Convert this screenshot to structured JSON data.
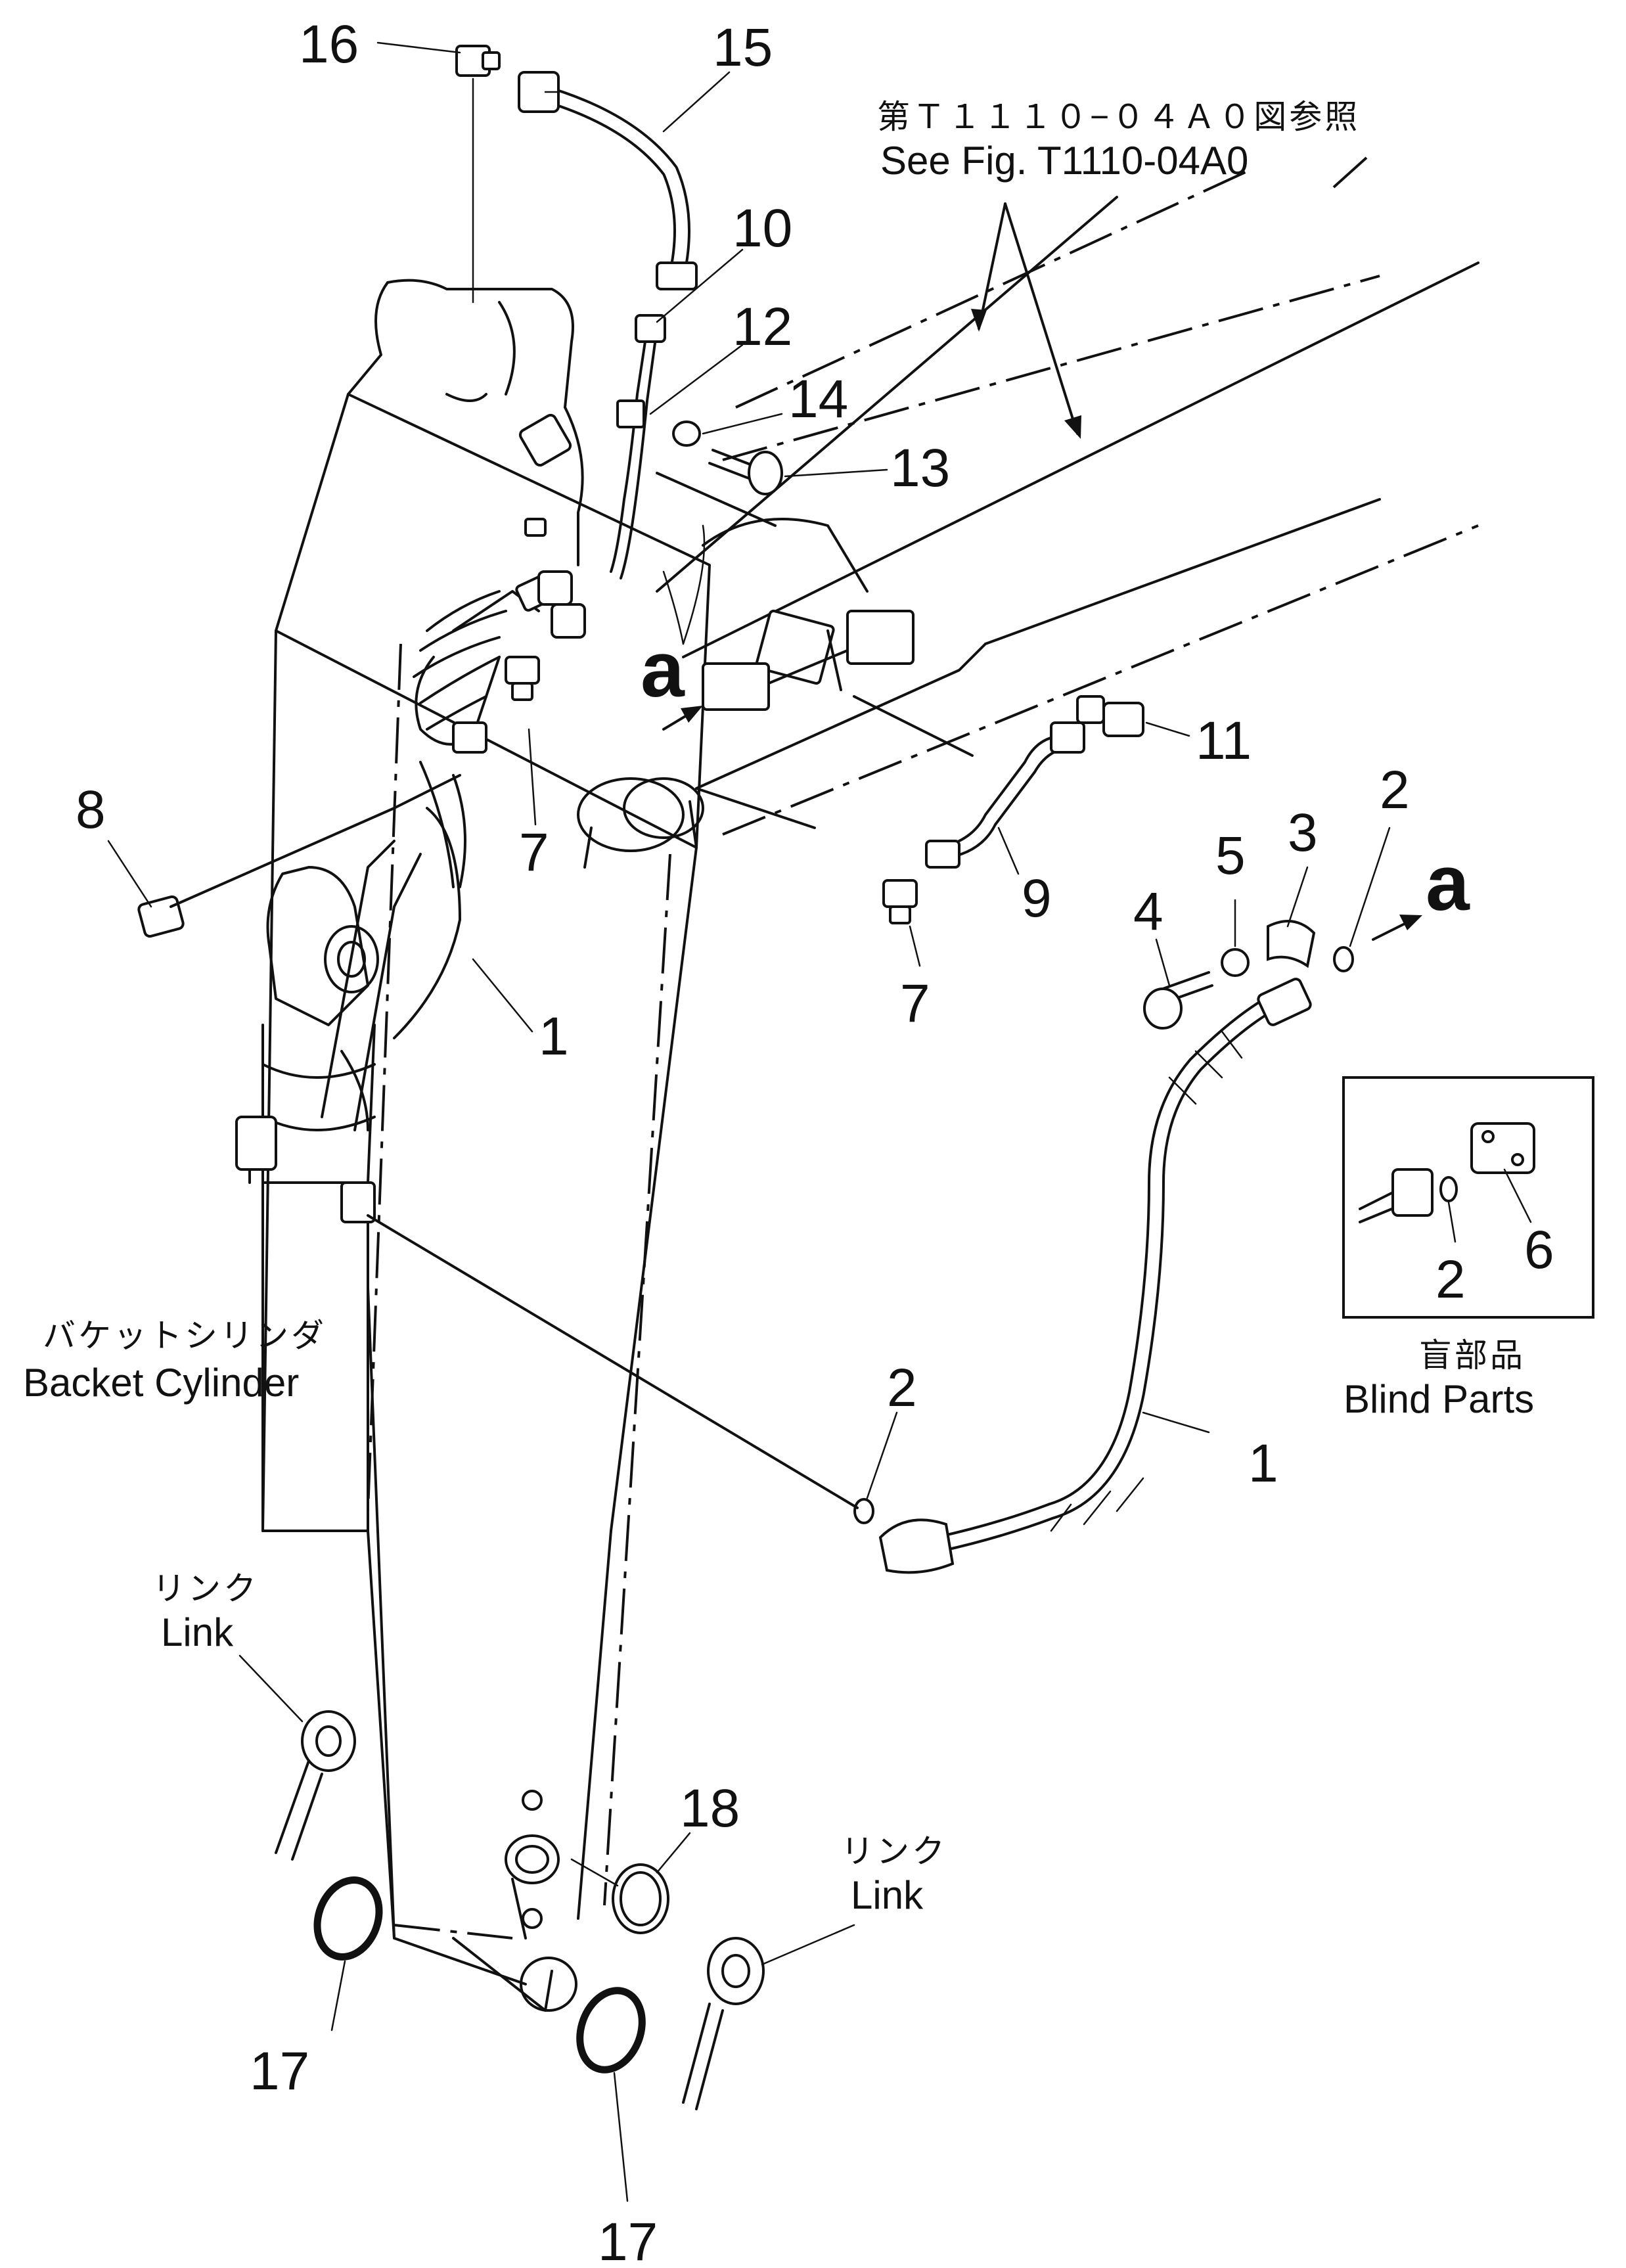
{
  "labels": {
    "p1a": "1",
    "p1b": "1",
    "p2a": "2",
    "p2b": "2",
    "p2c": "2",
    "p3": "3",
    "p4": "4",
    "p5": "5",
    "p6": "6",
    "p7a": "7",
    "p7b": "7",
    "p8": "8",
    "p9": "9",
    "p10": "10",
    "p11": "11",
    "p12": "12",
    "p13": "13",
    "p14": "14",
    "p15": "15",
    "p16": "16",
    "p17a": "17",
    "p17b": "17",
    "p18": "18",
    "a1": "a",
    "a2": "a"
  },
  "captions": {
    "see_fig_jp": "第Ｔ１１１０−０４Ａ０図参照",
    "see_fig_en": "See Fig. T1110-04A0",
    "bucket_cyl_jp": "バケットシリンダ",
    "bucket_cyl_en": "Backet Cylinder",
    "blind_jp": "盲部品",
    "blind_en": "Blind Parts",
    "link1_jp": "リンク",
    "link1_en": "Link",
    "link2_jp": "リンク",
    "link2_en": "Link"
  }
}
